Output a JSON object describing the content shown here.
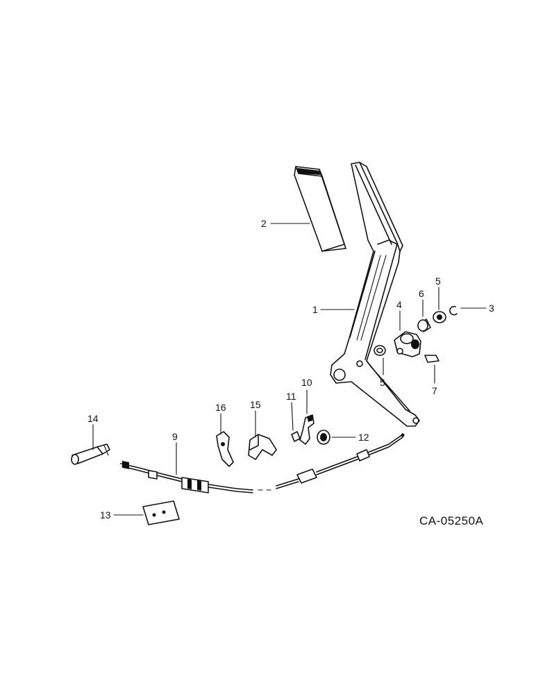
{
  "diagram": {
    "code": "CA-05250A",
    "callouts": [
      {
        "id": "1",
        "text": "1"
      },
      {
        "id": "2",
        "text": "2"
      },
      {
        "id": "3",
        "text": "3"
      },
      {
        "id": "4",
        "text": "4"
      },
      {
        "id": "5a",
        "text": "5"
      },
      {
        "id": "5b",
        "text": "5"
      },
      {
        "id": "6",
        "text": "6"
      },
      {
        "id": "7",
        "text": "7"
      },
      {
        "id": "9",
        "text": "9"
      },
      {
        "id": "10",
        "text": "10"
      },
      {
        "id": "11",
        "text": "11"
      },
      {
        "id": "12",
        "text": "12"
      },
      {
        "id": "13",
        "text": "13"
      },
      {
        "id": "14",
        "text": "14"
      },
      {
        "id": "15",
        "text": "15"
      },
      {
        "id": "16",
        "text": "16"
      }
    ]
  }
}
